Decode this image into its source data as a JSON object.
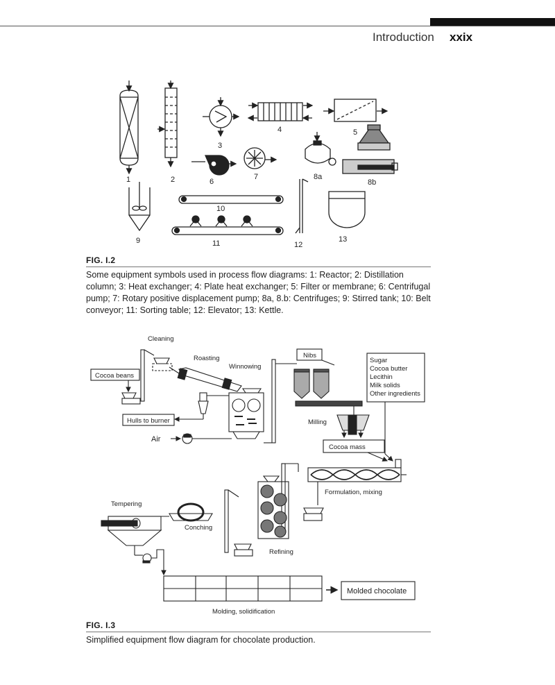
{
  "header": {
    "section": "Introduction",
    "page_number": "xxix"
  },
  "figure1": {
    "label": "FIG. I.2",
    "caption": "Some equipment symbols used in process flow diagrams: 1: Reactor; 2: Distillation column; 3: Heat exchanger; 4: Plate heat exchanger; 5: Filter or membrane; 6: Centrifugal pump; 7: Rotary positive displacement pump; 8a, 8.b: Centrifuges; 9: Stirred tank; 10: Belt conveyor; 11: Sorting table; 12: Elevator; 13: Kettle.",
    "symbol_numbers": {
      "n1": "1",
      "n2": "2",
      "n3": "3",
      "n4": "4",
      "n5": "5",
      "n6": "6",
      "n7": "7",
      "n8a": "8a",
      "n8b": "8b",
      "n9": "9",
      "n10": "10",
      "n11": "11",
      "n12": "12",
      "n13": "13"
    }
  },
  "figure2": {
    "label": "FIG. I.3",
    "caption": "Simplified equipment flow diagram for chocolate production.",
    "labels": {
      "cleaning": "Cleaning",
      "roasting": "Roasting",
      "winnowing": "Winnowing",
      "nibs": "Nibs",
      "cocoa_beans": "Cocoa beans",
      "hulls_to_burner": "Hulls to burner",
      "air": "Air",
      "milling": "Milling",
      "cocoa_mass": "Cocoa mass",
      "formulation_mixing": "Formulation, mixing",
      "tempering": "Tempering",
      "conching": "Conching",
      "refining": "Refining",
      "molded_chocolate": "Molded chocolate",
      "molding_solidification": "Molding, solidification"
    },
    "ingredients": [
      "Sugar",
      "Cocoa butter",
      "Lecithin",
      "Milk solids",
      "Other ingredients"
    ]
  }
}
